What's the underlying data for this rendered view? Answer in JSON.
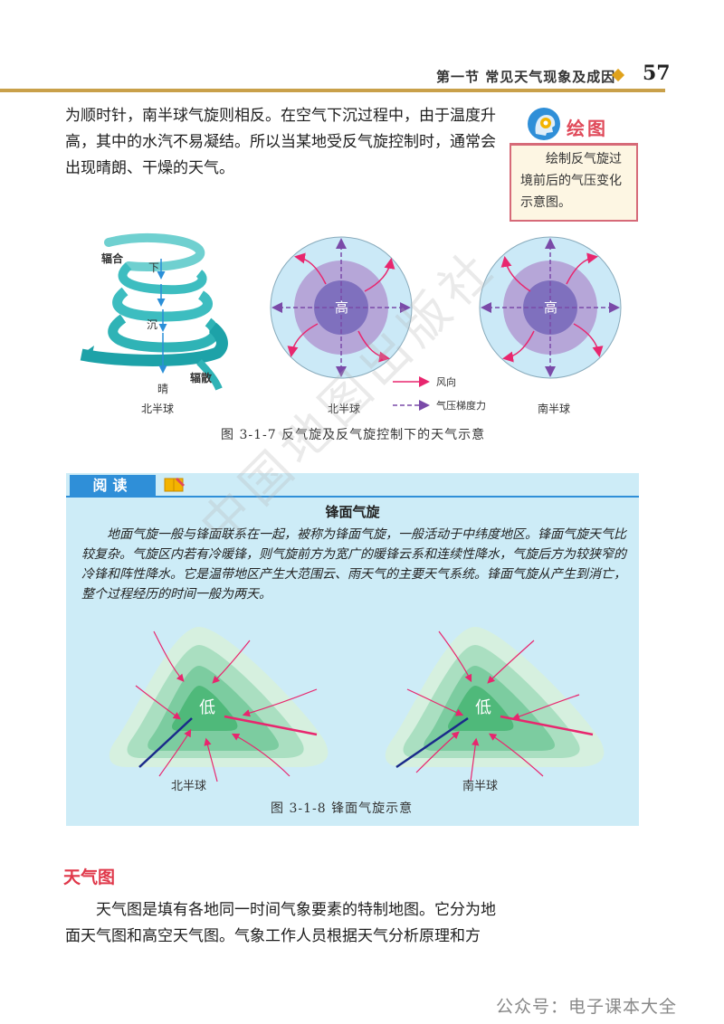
{
  "header": {
    "section": "第一节  常见天气现象及成因",
    "page_number": "57"
  },
  "paragraph1": "为顺时针，南半球气旋则相反。在空气下沉过程中，由于温度升高，其中的水汽不易凝结。所以当某地受反气旋控制时，通常会出现晴朗、干燥的天气。",
  "draw_box": {
    "title": "绘图",
    "text": "绘制反气旋过境前后的气压变化示意图。"
  },
  "figure1": {
    "spiral_labels": {
      "converge": "辐合",
      "down": "下",
      "sink": "沉",
      "sunny": "晴",
      "diverge": "辐散"
    },
    "center_label": "高",
    "legend": {
      "wind": "风向",
      "pressure": "气压梯度力"
    },
    "sub_labels": [
      "北半球",
      "北半球",
      "南半球"
    ],
    "caption": "图 3-1-7   反气旋及反气旋控制下的天气示意"
  },
  "reading": {
    "tab": "阅读",
    "title": "锋面气旋",
    "text": "地面气旋一般与锋面联系在一起，被称为锋面气旋，一般活动于中纬度地区。锋面气旋天气比较复杂。气旋区内若有冷暖锋，则气旋前方为宽广的暖锋云系和连续性降水，气旋后方为较狭窄的冷锋和阵性降水。它是温带地区产生大范围云、雨天气的主要天气系统。锋面气旋从产生到消亡，整个过程经历的时间一般为两天。"
  },
  "figure2": {
    "center_label": "低",
    "sub_labels": [
      "北半球",
      "南半球"
    ],
    "caption": "图 3-1-8   锋面气旋示意"
  },
  "section_heading": "天气图",
  "paragraph2": "天气图是填有各地同一时间气象要素的特制地图。它分为地面天气图和高空天气图。气象工作人员根据天气分析原理和方",
  "watermark": "公众号：电子课本大全",
  "stamp_watermark": "中国地图出版社",
  "colors": {
    "header_rule": "#c9a04a",
    "accent_red": "#e0384a",
    "reading_bg": "#cdecf7",
    "reading_tab": "#2f8fd8",
    "wind_arrow": "#e8266e",
    "pressure_arrow": "#7a4aa8"
  }
}
